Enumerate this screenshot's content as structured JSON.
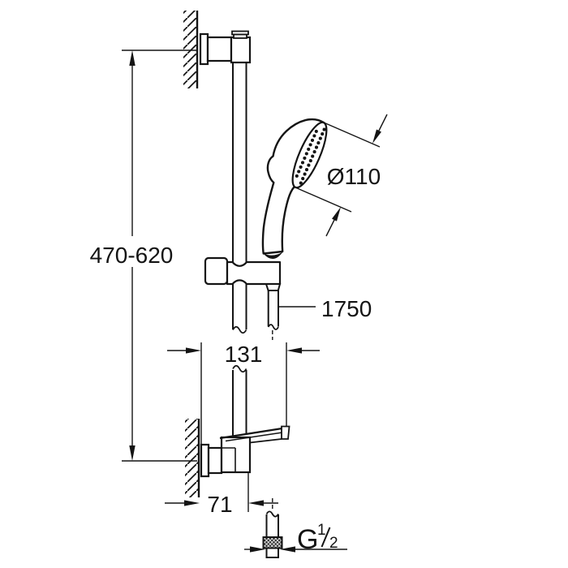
{
  "dimensions": {
    "height_range": "470-620",
    "head_diameter": "Ø110",
    "hose_length": "1750",
    "rail_center_width": "131",
    "bottom_offset": "71"
  },
  "thread": {
    "prefix": "G",
    "numerator": "1",
    "denominator": "2"
  },
  "colors": {
    "line": "#141414",
    "background": "#ffffff"
  }
}
